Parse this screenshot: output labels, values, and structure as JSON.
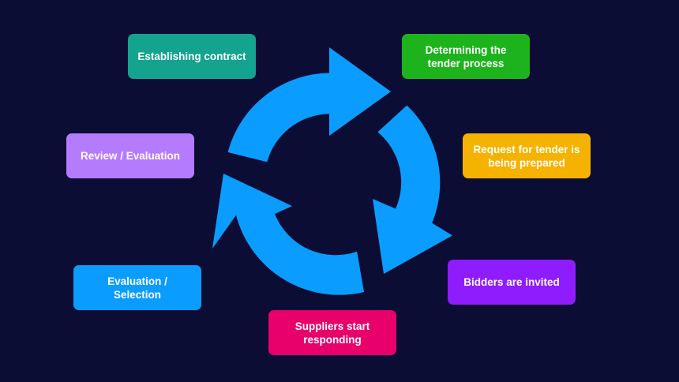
{
  "diagram": {
    "arrow_color": "#0a9dff",
    "background": "#0c0d35",
    "stages": [
      {
        "label": "Determining the tender process",
        "color": "#1db31d"
      },
      {
        "label": "Request for tender is being prepared",
        "color": "#f5b300"
      },
      {
        "label": "Bidders are invited",
        "color": "#8f1cff"
      },
      {
        "label": "Suppliers start responding",
        "color": "#e8006b"
      },
      {
        "label": "Evaluation / Selection",
        "color": "#0a9dff"
      },
      {
        "label": "Review / Evaluation",
        "color": "#b57bff"
      },
      {
        "label": "Establishing contract",
        "color": "#13a38f"
      }
    ]
  }
}
